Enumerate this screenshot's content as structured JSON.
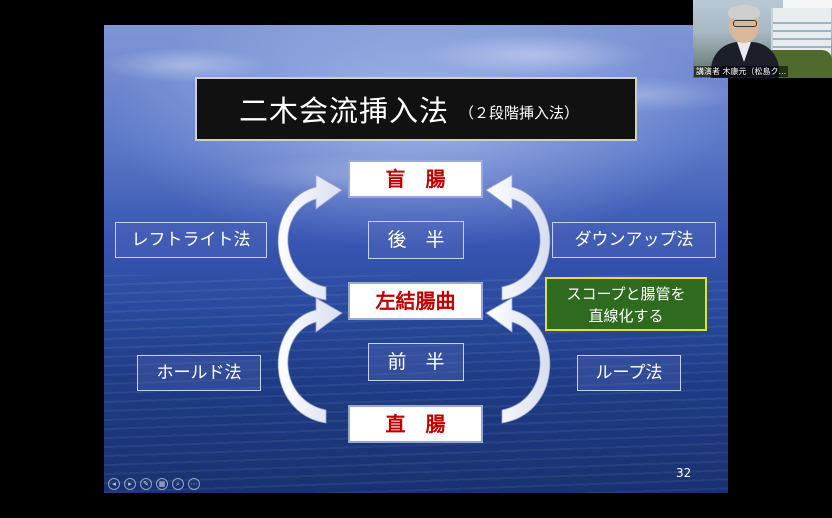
{
  "slide": {
    "title": "二木会流挿入法",
    "subtitle": "（２段階挿入法）",
    "organs": {
      "cecum": "盲　腸",
      "flexure": "左結腸曲",
      "rectum": "直　腸"
    },
    "phases": {
      "latter": "後　半",
      "former": "前　半"
    },
    "methods": {
      "left_top": "レフトライト法",
      "right_top": "ダウンアップ法",
      "left_bottom": "ホールド法",
      "right_bottom": "ループ法"
    },
    "note": {
      "line1": "スコープと腸管を",
      "line2": "直線化する"
    },
    "page_number": "32",
    "colors": {
      "organ_text": "#c00000",
      "note_bg": "#2e6b1f",
      "note_border": "#e8d84a"
    }
  },
  "presenter_controls": [
    "prev-icon",
    "next-icon",
    "pen-icon",
    "grid-icon",
    "zoom-icon",
    "more-icon"
  ],
  "video": {
    "name_label": "講演者 木康元（松島ク..."
  }
}
